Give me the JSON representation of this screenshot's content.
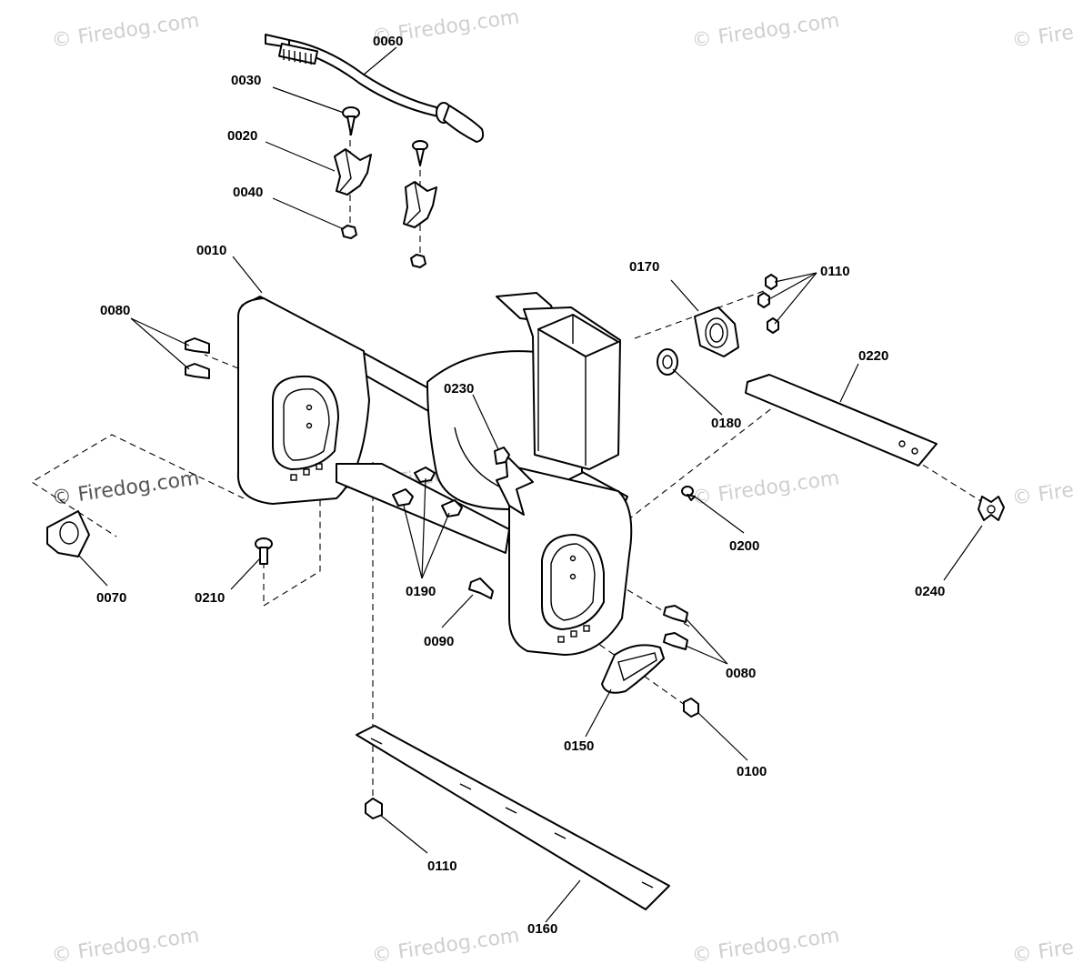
{
  "diagram": {
    "part_labels": {
      "p0060": "0060",
      "p0030": "0030",
      "p0020": "0020",
      "p0040": "0040",
      "p0010": "0010",
      "p0170": "0170",
      "p0110_top": "0110",
      "p0080_left": "0080",
      "p0220": "0220",
      "p0230": "0230",
      "p0180": "0180",
      "p0200": "0200",
      "p0240": "0240",
      "p0070": "0070",
      "p0210": "0210",
      "p0190": "0190",
      "p0090": "0090",
      "p0080_right": "0080",
      "p0150": "0150",
      "p0100": "0100",
      "p0110_bottom": "0110",
      "p0160": "0160"
    },
    "watermark": "© Firedog.com"
  }
}
